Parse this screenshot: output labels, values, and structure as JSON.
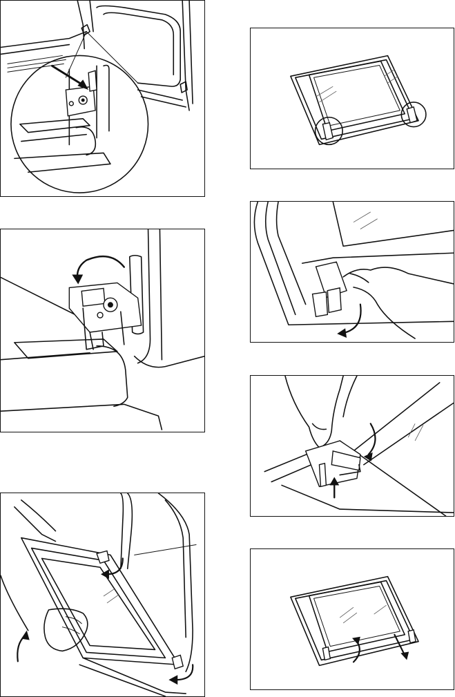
{
  "document": {
    "left_column": [
      "hinge-lock-detail",
      "hinge-lever-rotation",
      "door-lift-removal"
    ],
    "right_column": [
      "glass-panel-clips",
      "clip-release",
      "clip-reinstall",
      "glass-panel-insert"
    ]
  },
  "colors": {
    "line": "#111111",
    "background": "#ffffff"
  },
  "icons": [
    "arrow-icon",
    "curved-arrow-icon",
    "hand-icon",
    "magnifier-circle"
  ]
}
